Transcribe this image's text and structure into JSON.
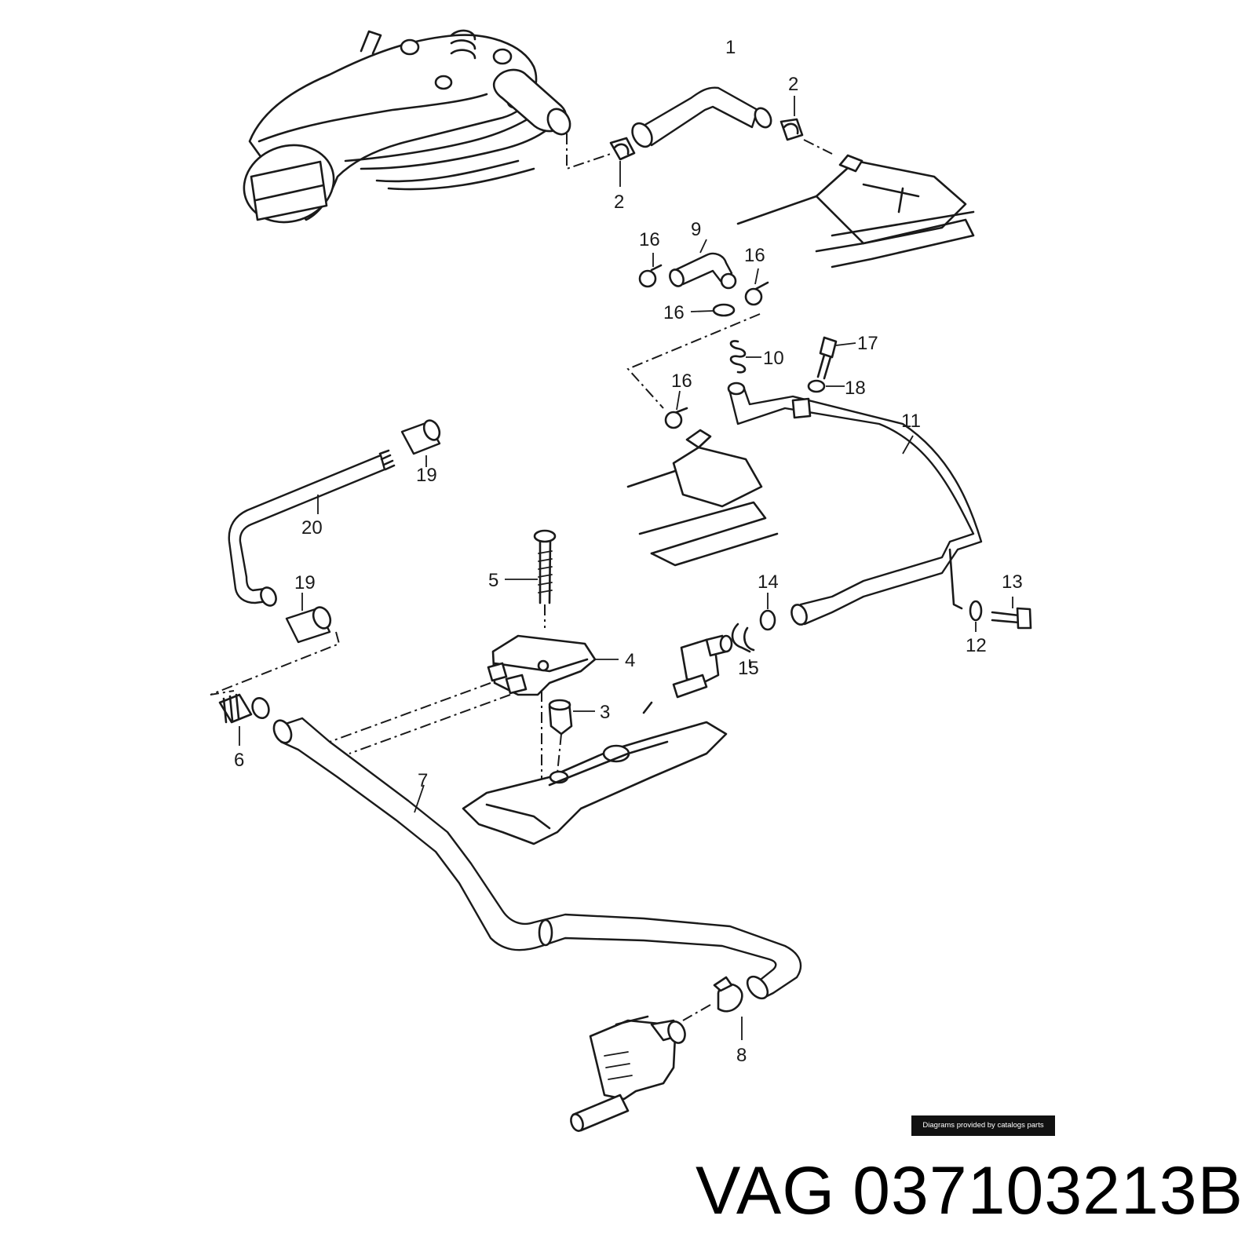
{
  "diagram": {
    "callouts": {
      "c1": "1",
      "c2a": "2",
      "c2b": "2",
      "c3": "3",
      "c4": "4",
      "c5": "5",
      "c6": "6",
      "c7": "7",
      "c8": "8",
      "c9": "9",
      "c10": "10",
      "c11": "11",
      "c12": "12",
      "c13": "13",
      "c14": "14",
      "c15": "15",
      "c16a": "16",
      "c16b": "16",
      "c16c": "16",
      "c16d": "16",
      "c17": "17",
      "c18": "18",
      "c19a": "19",
      "c19b": "19",
      "c20": "20"
    }
  },
  "credit": {
    "text": "Diagrams provided by catalogs parts"
  },
  "part_label": {
    "brand": "VAG",
    "number": "037103213B"
  }
}
